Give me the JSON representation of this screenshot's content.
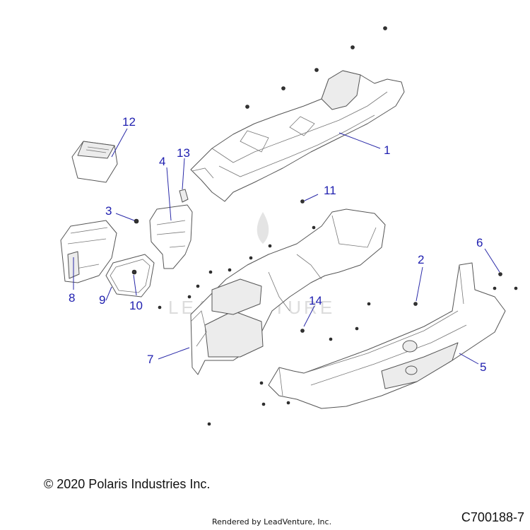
{
  "watermark": "LEADVENTURE",
  "callouts": [
    {
      "id": "1",
      "label": "1",
      "part": "upper-dash-panel"
    },
    {
      "id": "2",
      "label": "2",
      "part": "fastener"
    },
    {
      "id": "3",
      "label": "3",
      "part": "nut"
    },
    {
      "id": "4",
      "label": "4",
      "part": "bracket"
    },
    {
      "id": "5",
      "label": "5",
      "part": "lower-dash-panel"
    },
    {
      "id": "6",
      "label": "6",
      "part": "screw"
    },
    {
      "id": "7",
      "label": "7",
      "part": "dash-frame"
    },
    {
      "id": "8",
      "label": "8",
      "part": "glove-box-door"
    },
    {
      "id": "9",
      "label": "9",
      "part": "door-seal"
    },
    {
      "id": "10",
      "label": "10",
      "part": "latch"
    },
    {
      "id": "11",
      "label": "11",
      "part": "screw"
    },
    {
      "id": "12",
      "label": "12",
      "part": "storage-bin"
    },
    {
      "id": "13",
      "label": "13",
      "part": "clip"
    },
    {
      "id": "14",
      "label": "14",
      "part": "nut"
    }
  ],
  "footer": {
    "copyright": "© 2020 Polaris Industries Inc.",
    "rendered_by": "Rendered by LeadVenture, Inc.",
    "reference": "C700188-7"
  }
}
